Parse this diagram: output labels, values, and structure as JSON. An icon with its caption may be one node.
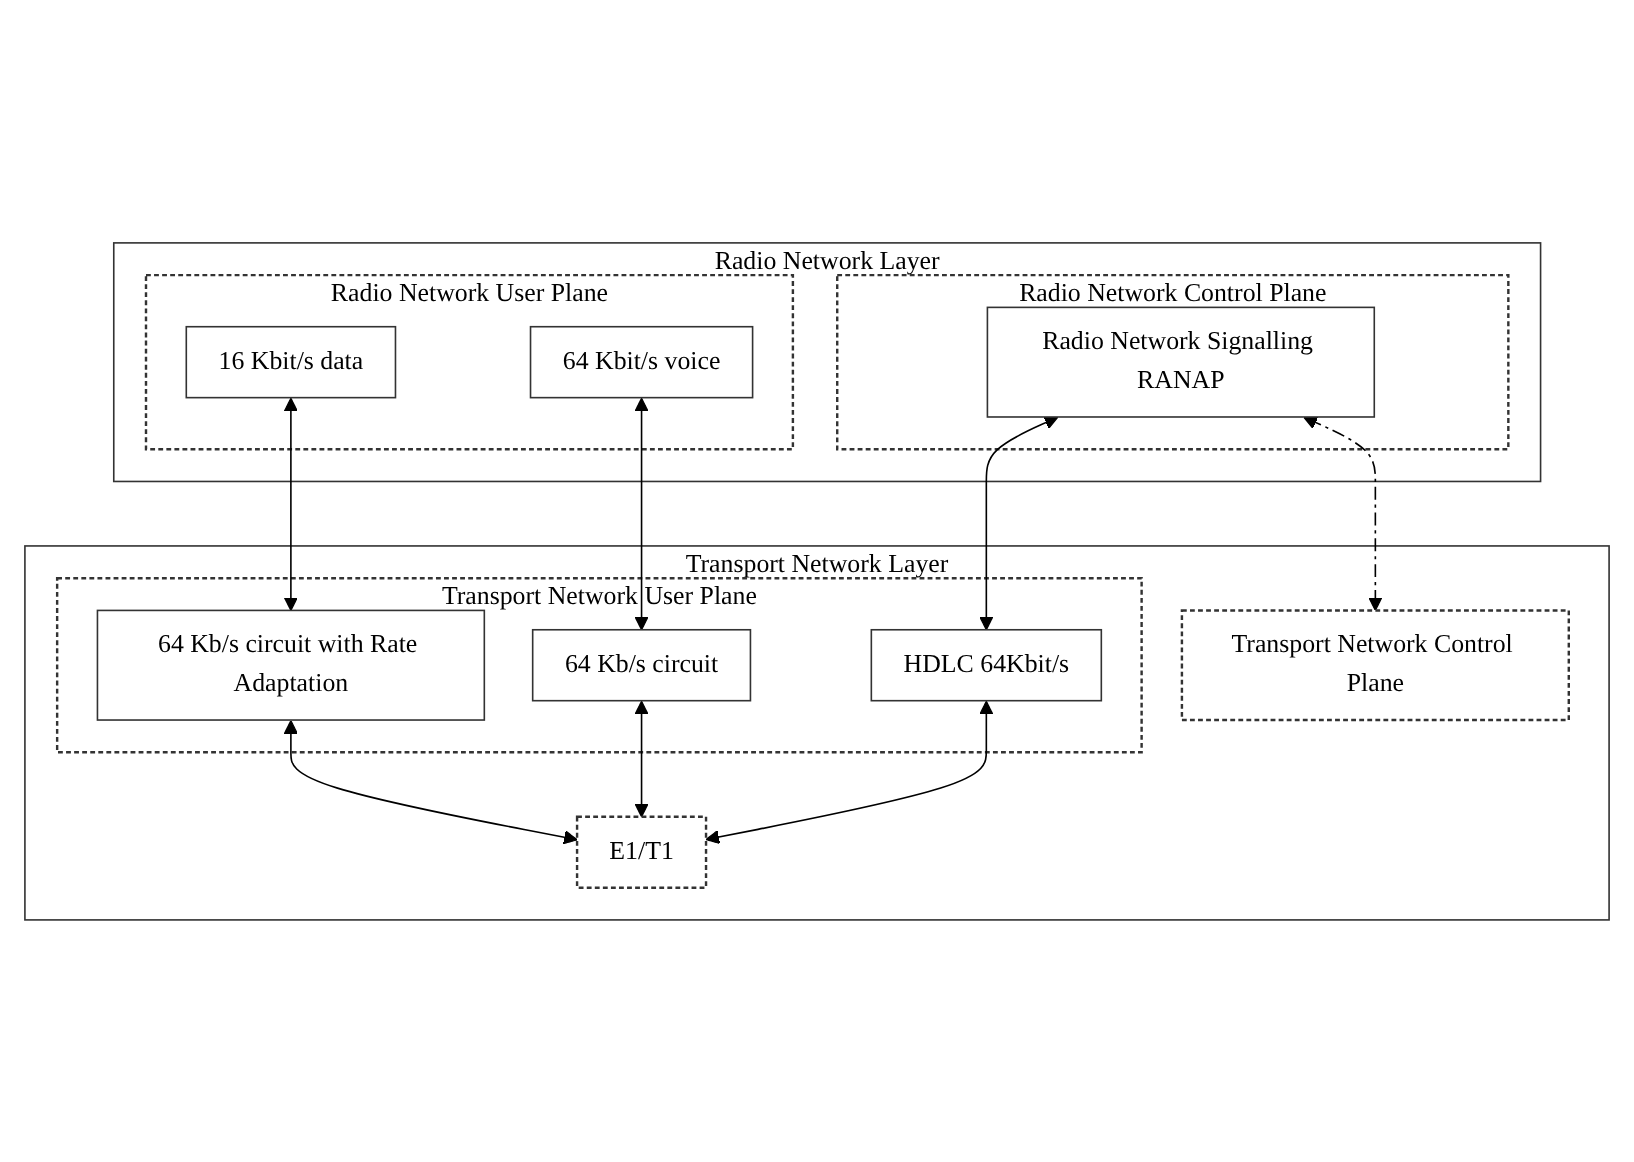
{
  "diagram": {
    "nodes": [
      {
        "text": [
          "Radio Network Layer"
        ]
      },
      {
        "text": [
          "Radio Network Control Plane"
        ],
        "in": 0
      },
      {
        "text": [
          "Radio Network Signalling RANAP"
        ],
        "in": 1
      },
      {
        "text": [
          "Radio Network User Plane"
        ],
        "in": 0
      },
      {
        "text": [
          "64 Kbit/s voice"
        ],
        "in": 3
      },
      {
        "text": [
          "16 Kbit/s data"
        ],
        "in": 3
      },
      {
        "text": [
          "Transport Network Layer"
        ]
      },
      {
        "text": [
          "Transport Network Control Plane"
        ],
        "in": 6
      },
      {
        "text": [
          "Transport Network User Plane"
        ],
        "in": 6
      },
      {
        "text": [
          "HDLC 64Kbit/s"
        ],
        "in": 8
      },
      {
        "text": [
          "64 Kb/s circuit"
        ],
        "in": 8
      },
      {
        "text": [
          "64 Kb/s circuit with Rate Adaptation"
        ],
        "in": 8
      },
      {
        "text": [
          "E1/T1"
        ],
        "in": 6
      }
    ],
    "edges": [
      {
        "from": 7,
        "to": 2,
        "arrow": "both",
        "style": "dashed"
      },
      {
        "from": 2,
        "to": 9,
        "arrow": "both"
      },
      {
        "from": 4,
        "to": 10,
        "arrow": "both"
      },
      {
        "from": 5,
        "to": 11,
        "arrow": "both"
      },
      {
        "from": 9,
        "to": 12,
        "arrow": "both"
      },
      {
        "from": 10,
        "to": 12,
        "arrow": "both"
      },
      {
        "from": 11,
        "to": 12,
        "arrow": "both"
      }
    ]
  }
}
